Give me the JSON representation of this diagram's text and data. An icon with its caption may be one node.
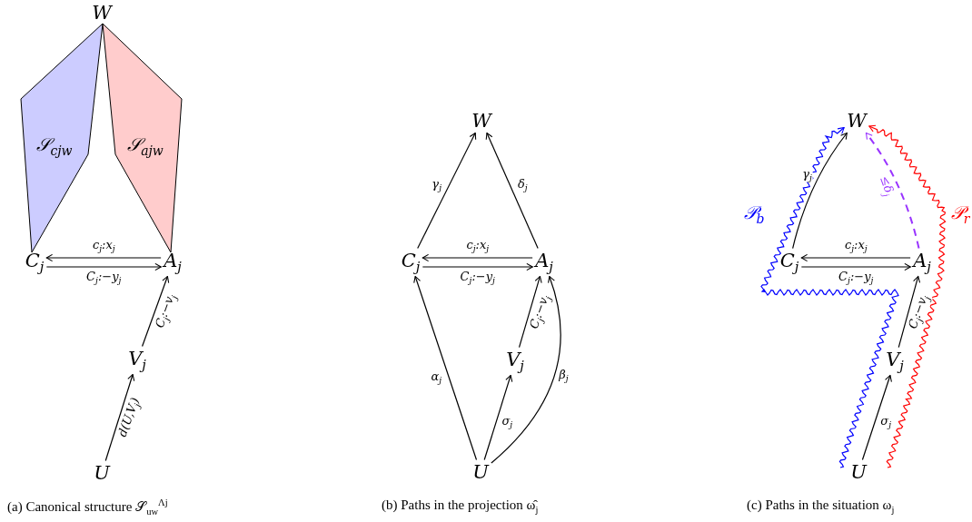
{
  "diagram": {
    "nodes": [
      {
        "text": [
          "W"
        ]
      },
      {
        "text": [
          "𝒮$_{cjw}$"
        ]
      },
      {
        "text": [
          "𝒮$_{ajw}$"
        ]
      },
      {
        "text": [
          "C$_{j}$"
        ]
      },
      {
        "text": [
          "A$_{j}$"
        ]
      },
      {
        "text": [
          "V$_{j}$"
        ]
      },
      {
        "text": [
          "U"
        ]
      },
      {
        "text": [
          "W"
        ]
      },
      {
        "text": [
          "C$_{j}$"
        ]
      },
      {
        "text": [
          "A$_{j}$"
        ]
      },
      {
        "text": [
          "V$_{j}$"
        ]
      },
      {
        "text": [
          "U"
        ]
      },
      {
        "text": [
          "W"
        ]
      },
      {
        "text": [
          "C$_{j}$"
        ]
      },
      {
        "text": [
          "A$_{j}$"
        ]
      },
      {
        "text": [
          "V$_{j}$"
        ]
      },
      {
        "text": [
          "U"
        ]
      }
    ],
    "edges": [
      {
        "from": 4,
        "to": 3,
        "arrow": "to",
        "label": "c$_{j}$:x$_{j}$"
      },
      {
        "from": 3,
        "to": 4,
        "arrow": "to",
        "label": "C$_{j}$:−y$_{j}$"
      },
      {
        "from": 5,
        "to": 4,
        "arrow": "to",
        "label": "C$_{j}$:−v$_{j}$"
      },
      {
        "from": 6,
        "to": 5,
        "arrow": "to",
        "label": "d(U,V$_{j}$)"
      },
      {
        "from": 8,
        "to": 7,
        "arrow": "to",
        "label": "γ$_{j}$"
      },
      {
        "from": 9,
        "to": 7,
        "arrow": "to",
        "label": "δ$_{j}$"
      },
      {
        "from": 9,
        "to": 8,
        "arrow": "to",
        "label": "c$_{j}$:x$_{j}$"
      },
      {
        "from": 8,
        "to": 9,
        "arrow": "to",
        "label": "C$_{j}$:−y$_{j}$"
      },
      {
        "from": 11,
        "to": 8,
        "arrow": "to",
        "label": "α$_{j}$"
      },
      {
        "from": 11,
        "to": 10,
        "arrow": "to",
        "label": "σ$_{j}$"
      },
      {
        "from": 10,
        "to": 9,
        "arrow": "to",
        "label": "C$_{j}$:−v$_{j}$"
      },
      {
        "from": 11,
        "to": 9,
        "arrow": "to",
        "label": "β$_{j}$"
      },
      {
        "from": 13,
        "to": 12,
        "arrow": "to",
        "label": "γ$_{j}$"
      },
      {
        "from": 14,
        "to": 12,
        "arrow": "to",
        "label": "≤δ$_{j}$",
        "style": "dashed",
        "color": "#9933ff"
      },
      {
        "from": 14,
        "to": 13,
        "arrow": "to",
        "label": "c$_{j}$:x$_{j}$"
      },
      {
        "from": 13,
        "to": 14,
        "arrow": "to",
        "label": "C$_{j}$:−y$_{j}$"
      },
      {
        "from": 16,
        "to": 15,
        "arrow": "to",
        "label": "σ$_{j}$"
      },
      {
        "from": 15,
        "to": 14,
        "arrow": "to",
        "label": "C$_{j}$:−v$_{j}$"
      },
      {
        "from": 16,
        "to": 12,
        "arrow": "to",
        "label": "𝒫$_{b}$",
        "color": "#0000ff"
      },
      {
        "from": 16,
        "to": 12,
        "arrow": "to",
        "label": "𝒫$_{r}$",
        "color": "#ff0000"
      }
    ],
    "labels": [
      "(a) Canonical structure 𝒮$_{uw}$$^{Λj}$",
      "(b) Paths in the projection ω̂$_{j}$",
      "(c) Paths in the situation ω$_{j}$"
    ]
  }
}
